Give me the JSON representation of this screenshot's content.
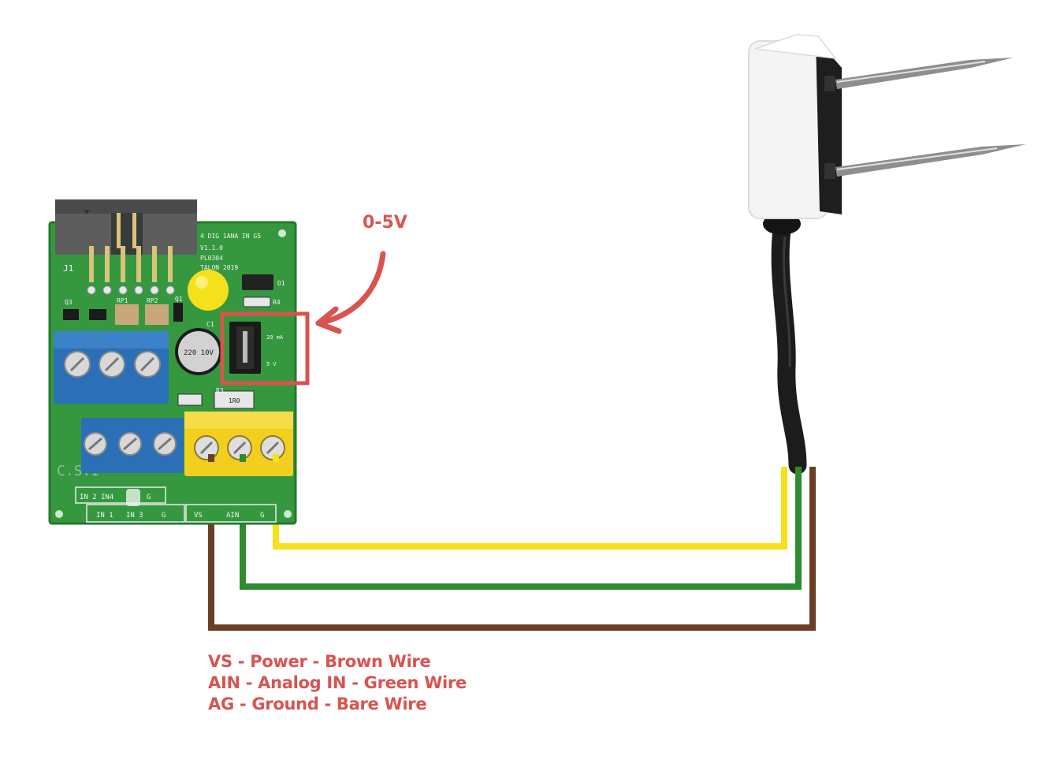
{
  "annotation": {
    "label": "0-5V",
    "color": "#d9534f"
  },
  "board": {
    "silkscreen": {
      "line1": "4 DIG 1ANA IN G5",
      "line2": "V1.1.0",
      "line3": "PL0304",
      "line4": "TALON 2019",
      "connector_mark": "J1",
      "brand": "C.S.I",
      "jumper_top": "20 mA",
      "jumper_bottom": "5 V",
      "capacitor": "220 10V",
      "resistor": "1R0"
    },
    "terminal_labels_top": [
      "IN 2",
      "IN4",
      "G"
    ],
    "terminal_labels_bottom": [
      "IN 1",
      "IN 3",
      "G"
    ],
    "sensor_terminal_labels": [
      "VS",
      "AIN",
      "G"
    ],
    "component_labels": [
      "Q3",
      "RP1",
      "RP2",
      "Q1",
      "D1",
      "R4",
      "C1",
      "R3"
    ]
  },
  "wires": [
    {
      "color": "#6b3f22"
    },
    {
      "color": "#2e8b2e"
    },
    {
      "color": "#f5e11a"
    }
  ],
  "legend": {
    "line1": "VS - Power - Brown Wire",
    "line2": "AIN - Analog IN - Green Wire",
    "line3": "AG - Ground - Bare Wire",
    "color": "#d9534f"
  }
}
